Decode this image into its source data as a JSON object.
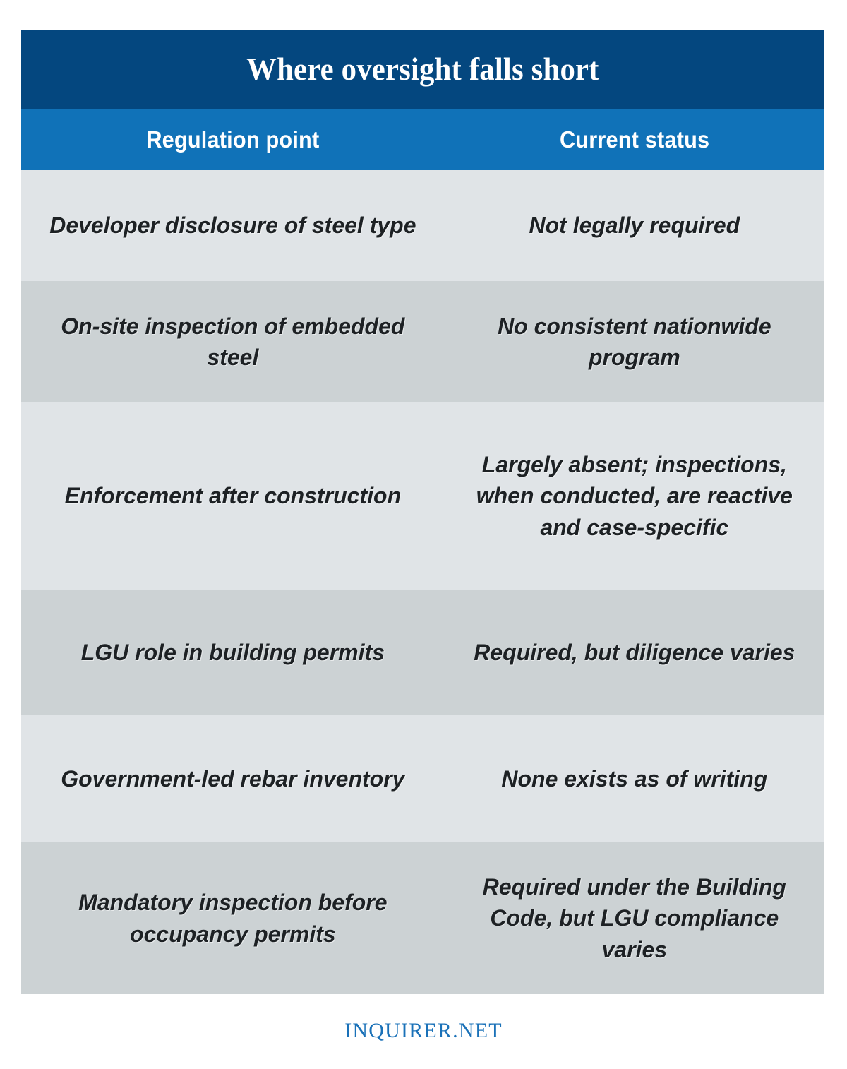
{
  "colors": {
    "title_bar": "#04477f",
    "column_header": "#1072b8",
    "row_light": "#e0e4e7",
    "row_dark": "#ccd2d4",
    "text": "#1d2124",
    "brand": "#1a71b8",
    "page_background": "#ffffff"
  },
  "header": {
    "title": "Where oversight falls short"
  },
  "table": {
    "columns": [
      {
        "label": "Regulation point"
      },
      {
        "label": "Current status"
      }
    ],
    "rows": [
      {
        "regulation_point": "Developer disclosure of steel type",
        "current_status": "Not legally required"
      },
      {
        "regulation_point": "On-site inspection of embedded steel",
        "current_status": "No consistent nationwide program"
      },
      {
        "regulation_point": "Enforcement after construction",
        "current_status": "Largely absent; inspections, when conducted, are reactive and case-specific"
      },
      {
        "regulation_point": "LGU role in building permits",
        "current_status": "Required, but diligence varies"
      },
      {
        "regulation_point": "Government-led rebar inventory",
        "current_status": "None exists as of writing"
      },
      {
        "regulation_point": "Mandatory inspection before occupancy permits",
        "current_status": "Required under the Building Code, but LGU compliance varies"
      }
    ]
  },
  "footer": {
    "brand": "INQUIRER.NET"
  }
}
